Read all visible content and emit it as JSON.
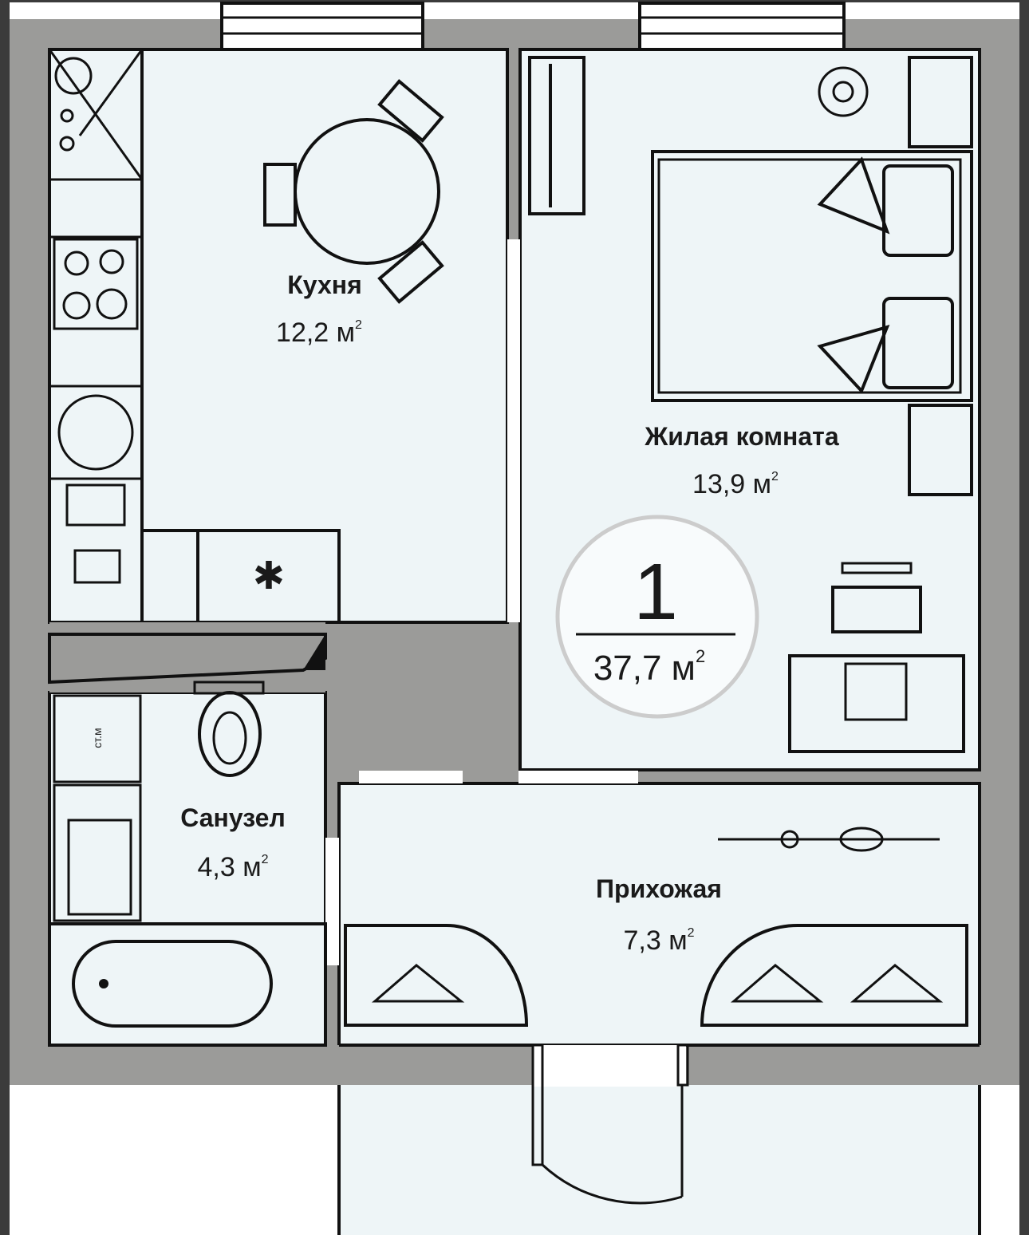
{
  "plan": {
    "rooms_count": "1",
    "total_area": "37,7 м",
    "unit_sup": "2",
    "rooms": [
      {
        "name": "Кухня",
        "area": "12,2 м"
      },
      {
        "name": "Жилая комната",
        "area": "13,9 м"
      },
      {
        "name": "Санузел",
        "area": "4,3 м"
      },
      {
        "name": "Прихожая",
        "area": "7,3 м"
      }
    ],
    "furniture_labels": {
      "riser": "ст.м"
    },
    "colors": {
      "wall": "#9b9b99",
      "floor": "#eef5f7",
      "frame": "#3b3b3b",
      "line": "#111111"
    }
  }
}
